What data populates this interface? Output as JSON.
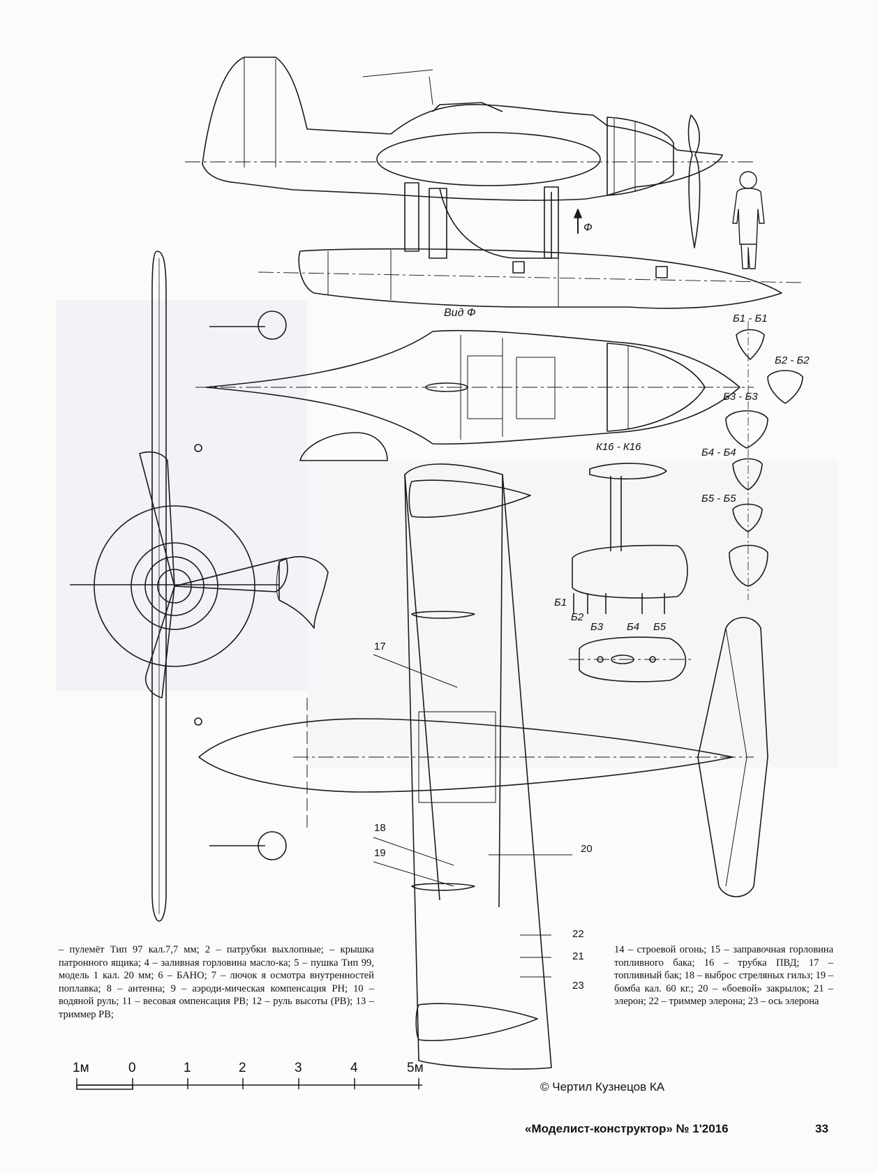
{
  "labels": {
    "view_f": "Вид Ф",
    "arrow_f": "Ф",
    "section_k16": "К16 - К16",
    "callout_17": "17",
    "callout_18": "18",
    "callout_19": "19",
    "callout_20": "20",
    "callout_21": "21",
    "callout_22": "22",
    "callout_23": "23"
  },
  "sections": [
    {
      "base": "Б",
      "sub1": "1",
      "sub2": "1"
    },
    {
      "base": "Б",
      "sub1": "2",
      "sub2": "2"
    },
    {
      "base": "Б",
      "sub1": "3",
      "sub2": "3"
    },
    {
      "base": "Б",
      "sub1": "4",
      "sub2": "4"
    },
    {
      "base": "Б",
      "sub1": "5",
      "sub2": "5"
    }
  ],
  "section_marks": [
    "Б1",
    "Б2",
    "Б3",
    "Б4",
    "Б5"
  ],
  "caption_left": "– пулемёт Тип 97 кал.7,7 мм; 2 – патрубки выхлопные; – крышка патронного ящика; 4 – заливная горловина масло-ка; 5 – пушка Тип 99, модель 1 кал. 20 мм; 6 – БАНО; 7 – лючок я осмотра внутренностей поплавка; 8 – антенна; 9 – аэроди-мическая компенсация РН; 10 – водяной руль; 11 – весовая омпенсация РВ; 12 – руль высоты (РВ); 13 – триммер РВ;",
  "caption_right": "14 – строевой огонь; 15 – заправочная горловина топливного бака; 16 – трубка ПВД; 17 – топливный бак; 18 – выброс стреляных гильз; 19 – бомба кал. 60 кг.; 20 – «боевой» закрылок; 21 – элерон; 22 – триммер элерона; 23 – ось элерона",
  "scale": {
    "ticks": [
      "1м",
      "0",
      "1",
      "2",
      "3",
      "4",
      "5м"
    ]
  },
  "credit": "© Чертил Кузнецов КА",
  "footer": {
    "magazine": "«Моделист-конструктор» № 1'2016",
    "page_number": "33"
  }
}
